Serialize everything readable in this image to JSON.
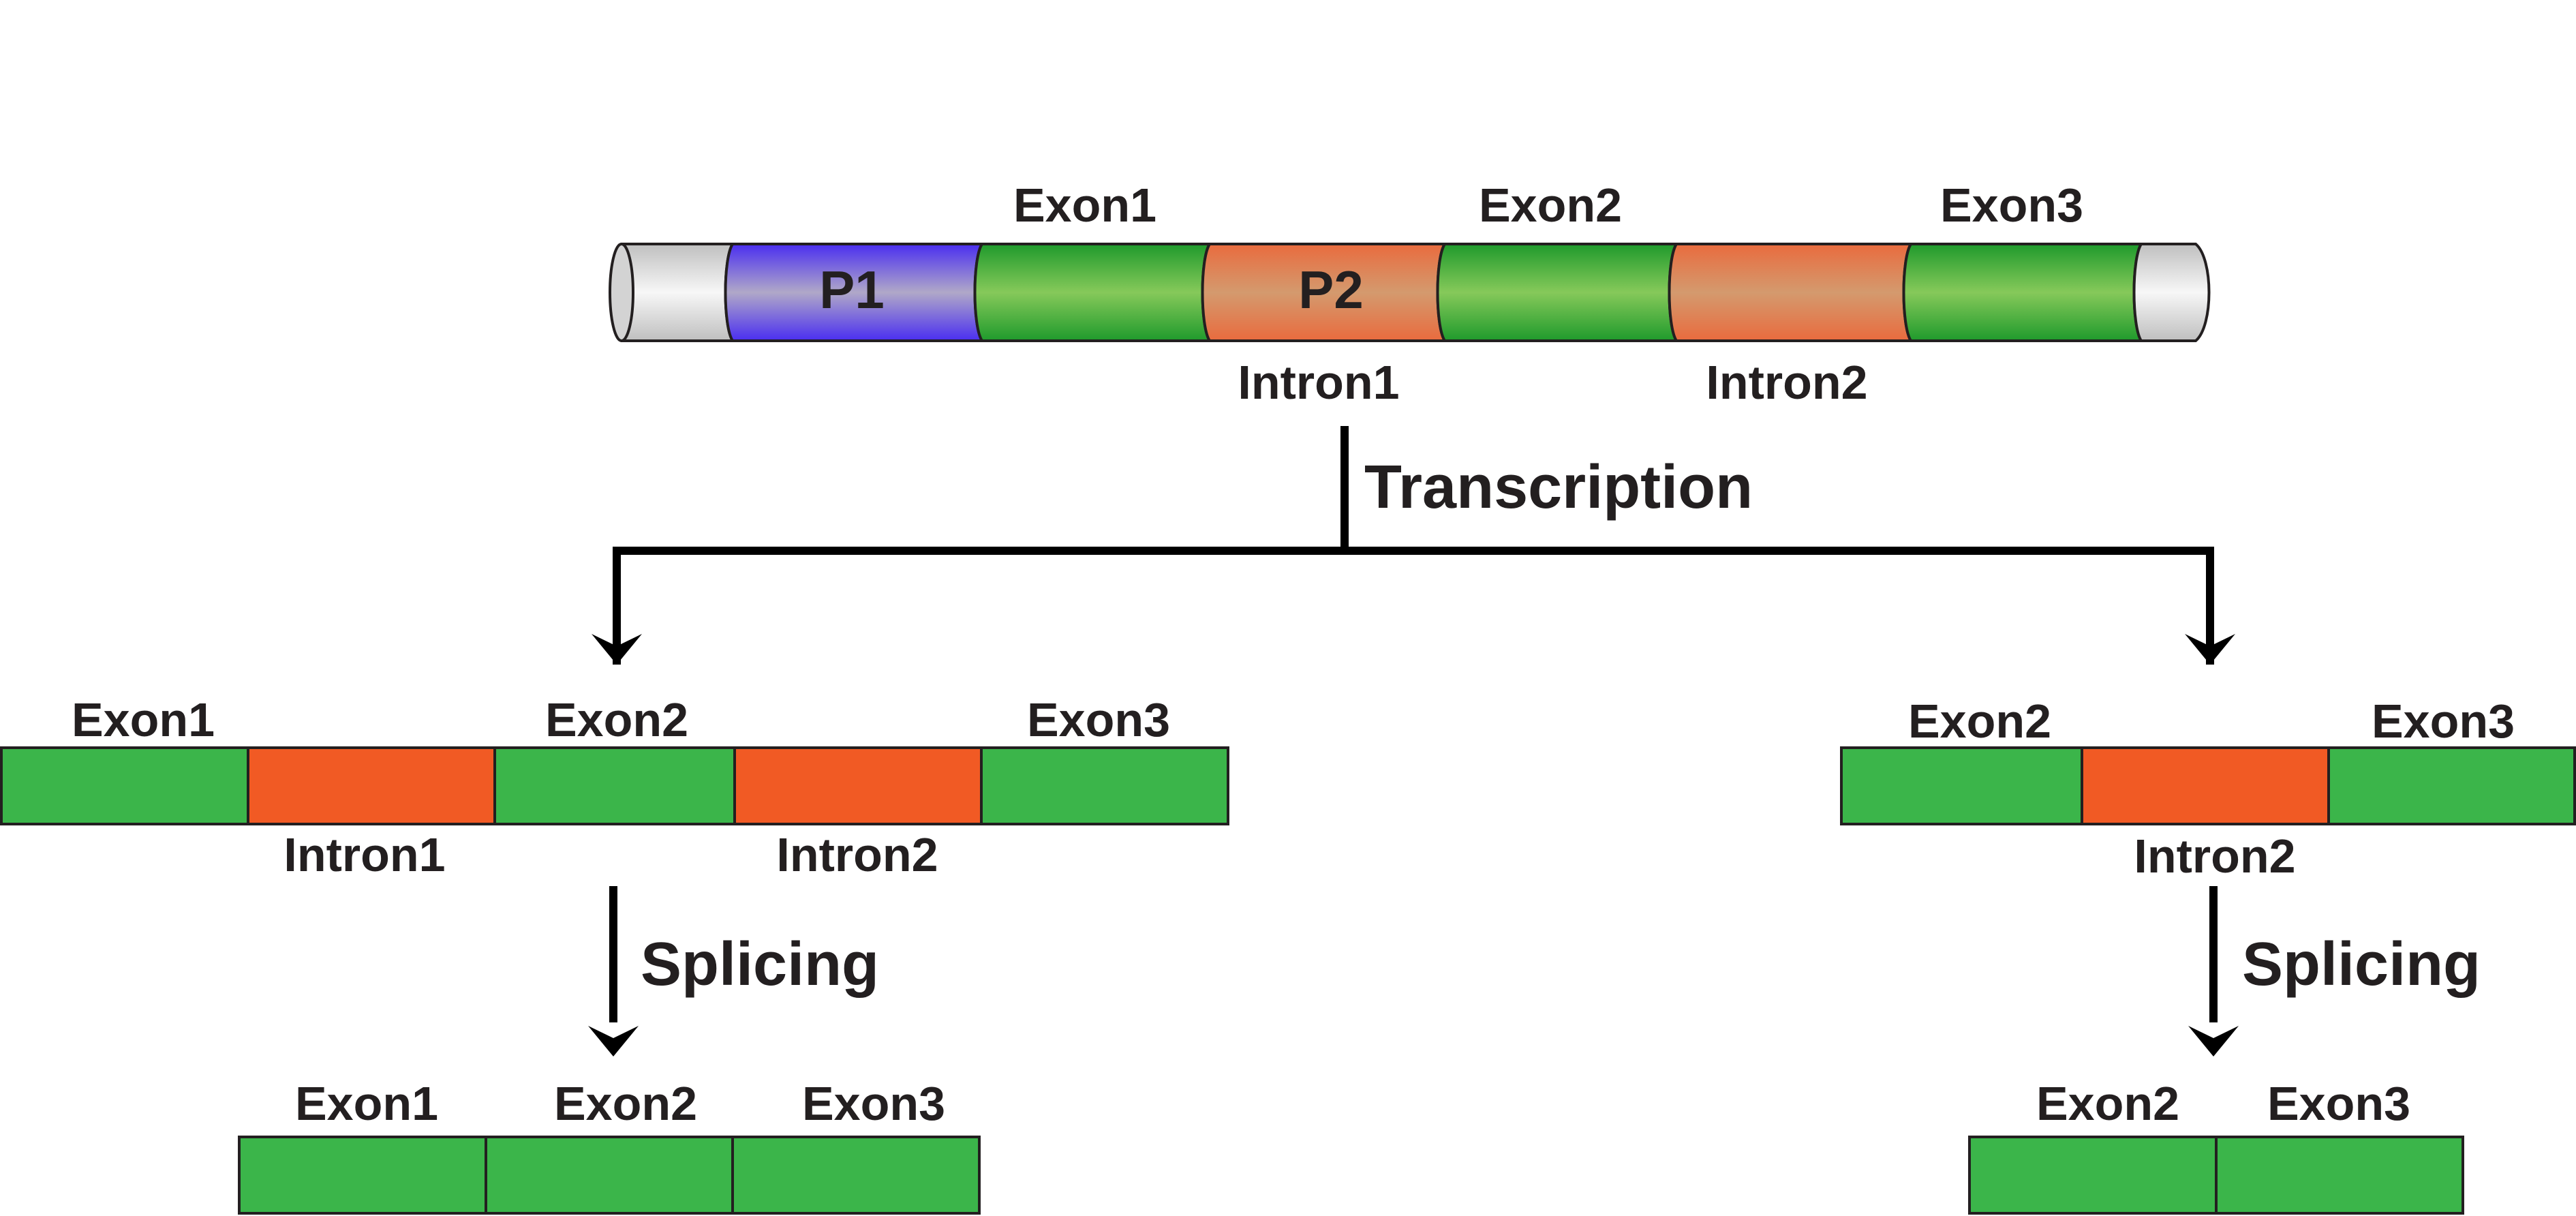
{
  "gene": {
    "promoters": [
      "P1",
      "P2"
    ],
    "exon_labels": [
      "Exon1",
      "Exon2",
      "Exon3"
    ],
    "intron_labels": [
      "Intron1",
      "Intron2"
    ]
  },
  "steps": {
    "transcription": "Transcription",
    "splicing_left": "Splicing",
    "splicing_right": "Splicing"
  },
  "left_transcript": {
    "exon_labels": [
      "Exon1",
      "Exon2",
      "Exon3"
    ],
    "intron_labels": [
      "Intron1",
      "Intron2"
    ]
  },
  "right_transcript": {
    "exon_labels": [
      "Exon2",
      "Exon3"
    ],
    "intron_labels": [
      "Intron2"
    ]
  },
  "left_mrna": {
    "exon_labels": [
      "Exon1",
      "Exon2",
      "Exon3"
    ]
  },
  "right_mrna": {
    "exon_labels": [
      "Exon2",
      "Exon3"
    ]
  },
  "colors": {
    "exon": "#3bb54a",
    "intron": "#f15a24",
    "promoter1": "#4b2ee6",
    "cap": "#d9d9d9",
    "line": "#000000"
  }
}
